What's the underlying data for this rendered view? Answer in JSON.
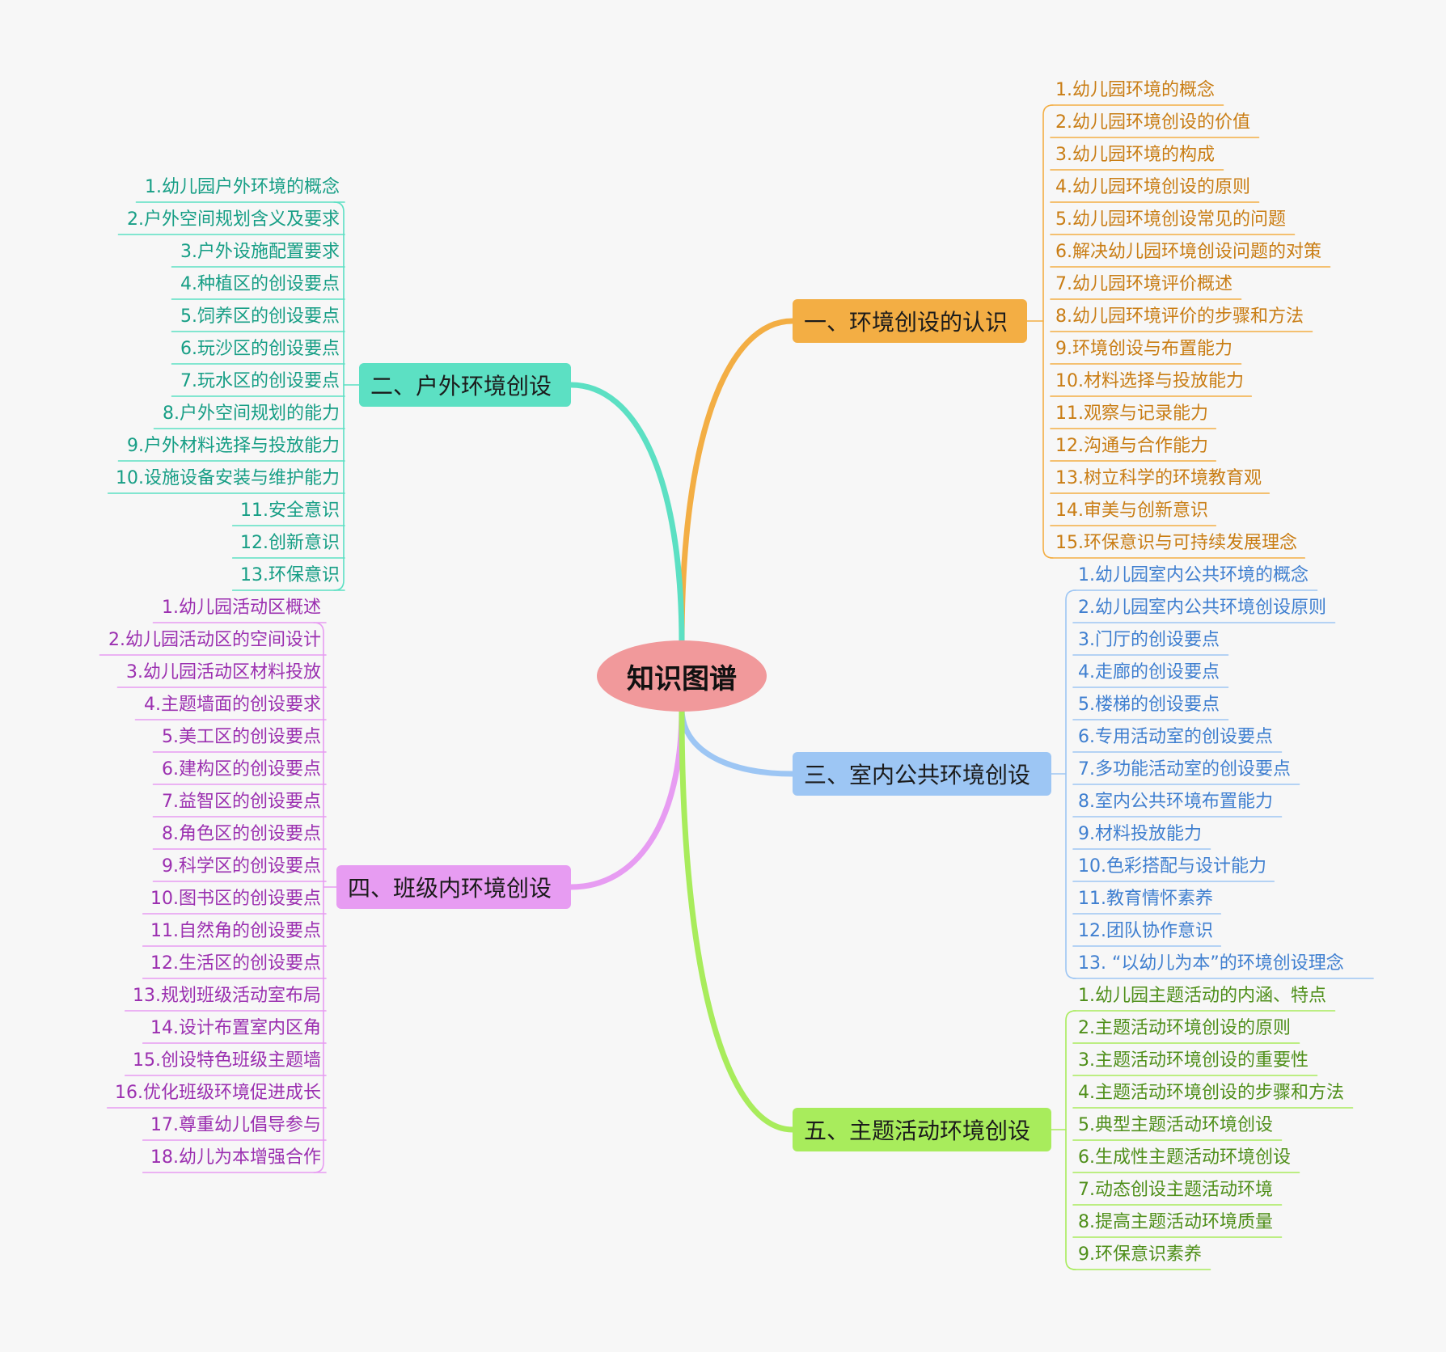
{
  "root": {
    "label": "知识图谱",
    "color": "#f1999b"
  },
  "branches": [
    {
      "id": "b1",
      "label": "一、环境创设的认识",
      "side": "right",
      "color": "#f3ae44",
      "textColor": "#c97d14",
      "items": [
        "1.幼儿园环境的概念",
        "2.幼儿园环境创设的价值",
        "3.幼儿园环境的构成",
        "4.幼儿园环境创设的原则",
        "5.幼儿园环境创设常见的问题",
        "6.解决幼儿园环境创设问题的对策",
        "7.幼儿园环境评价概述",
        "8.幼儿园环境评价的步骤和方法",
        "9.环境创设与布置能力",
        "10.材料选择与投放能力",
        "11.观察与记录能力",
        "12.沟通与合作能力",
        "13.树立科学的环境教育观",
        "14.审美与创新意识",
        "15.环保意识与可持续发展理念"
      ]
    },
    {
      "id": "b2",
      "label": "二、户外环境创设",
      "side": "left",
      "color": "#5ce0c3",
      "textColor": "#169e85",
      "items": [
        "1.幼儿园户外环境的概念",
        "2.户外空间规划含义及要求",
        "3.户外设施配置要求",
        "4.种植区的创设要点",
        "5.饲养区的创设要点",
        "6.玩沙区的创设要点",
        "7.玩水区的创设要点",
        "8.户外空间规划的能力",
        "9.户外材料选择与投放能力",
        "10.设施设备安装与维护能力",
        "11.安全意识",
        "12.创新意识",
        "13.环保意识"
      ]
    },
    {
      "id": "b3",
      "label": "三、室内公共环境创设",
      "side": "right",
      "color": "#9dc6f4",
      "textColor": "#3f7fd0",
      "items": [
        "1.幼儿园室内公共环境的概念",
        "2.幼儿园室内公共环境创设原则",
        "3.门厅的创设要点",
        "4.走廊的创设要点",
        "5.楼梯的创设要点",
        "6.专用活动室的创设要点",
        "7.多功能活动室的创设要点",
        "8.室内公共环境布置能力",
        "9.材料投放能力",
        "10.色彩搭配与设计能力",
        "11.教育情怀素养",
        "12.团队协作意识",
        "13. “以幼儿为本”的环境创设理念"
      ]
    },
    {
      "id": "b4",
      "label": "四、班级内环境创设",
      "side": "left",
      "color": "#e79cf2",
      "textColor": "#9b2fb0",
      "items": [
        "1.幼儿园活动区概述",
        "2.幼儿园活动区的空间设计",
        "3.幼儿园活动区材料投放",
        "4.主题墙面的创设要求",
        "5.美工区的创设要点",
        "6.建构区的创设要点",
        "7.益智区的创设要点",
        "8.角色区的创设要点",
        "9.科学区的创设要点",
        "10.图书区的创设要点",
        "11.自然角的创设要点",
        "12.生活区的创设要点",
        "13.规划班级活动室布局",
        "14.设计布置室内区角",
        "15.创设特色班级主题墙",
        "16.优化班级环境促进成长",
        "17.尊重幼儿倡导参与",
        "18.幼儿为本增强合作"
      ]
    },
    {
      "id": "b5",
      "label": "五、主题活动环境创设",
      "side": "right",
      "color": "#a8ec5c",
      "textColor": "#4f8f1a",
      "items": [
        "1.幼儿园主题活动的内涵、特点",
        "2.主题活动环境创设的原则",
        "3.主题活动环境创设的重要性",
        "4.主题活动环境创设的步骤和方法",
        "5.典型主题活动环境创设",
        "6.生成性主题活动环境创设",
        "7.动态创设主题活动环境",
        "8.提高主题活动环境质量",
        "9.环保意识素养"
      ]
    }
  ]
}
